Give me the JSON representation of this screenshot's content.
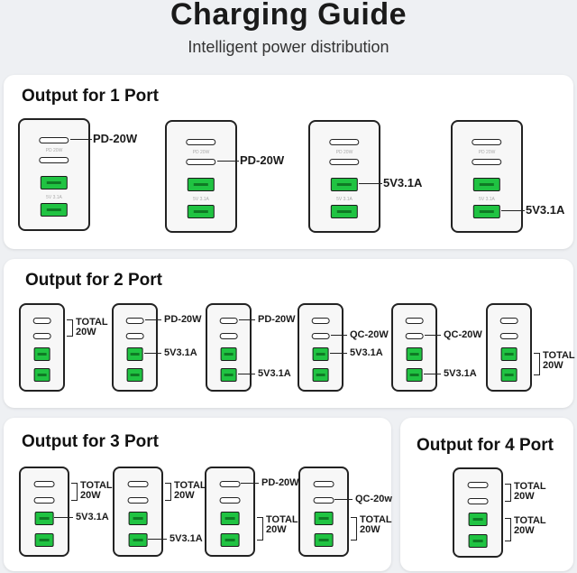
{
  "header": {
    "title": "Charging Guide",
    "subtitle": "Intelligent power distribution"
  },
  "sections": {
    "one_port": {
      "title": "Output for 1 Port",
      "labels": [
        "PD-20W",
        "PD-20W",
        "5V3.1A",
        "5V3.1A"
      ]
    },
    "two_port": {
      "title": "Output for 2 Port",
      "labels": [
        "TOTAL\n20W",
        "PD-20W",
        "5V3.1A",
        "PD-20W",
        "5V3.1A",
        "QC-20W",
        "5V3.1A",
        "QC-20W",
        "5V3.1A",
        "TOTAL\n20W"
      ]
    },
    "three_port": {
      "title": "Output for 3 Port",
      "labels": [
        "TOTAL\n20W",
        "5V3.1A",
        "TOTAL\n20W",
        "5V3.1A",
        "PD-20W",
        "TOTAL\n20W",
        "QC-20w",
        "TOTAL\n20W"
      ]
    },
    "four_port": {
      "title": "Output for 4 Port",
      "labels": [
        "TOTAL\n20W",
        "TOTAL\n20W"
      ]
    }
  },
  "port_fine_print": {
    "usbc_top": "PD 20W",
    "usba": "5V 3.1A"
  },
  "colors": {
    "usb_a_port": "#20c342",
    "panel": "#ffffff",
    "background": "#eef0f3"
  }
}
